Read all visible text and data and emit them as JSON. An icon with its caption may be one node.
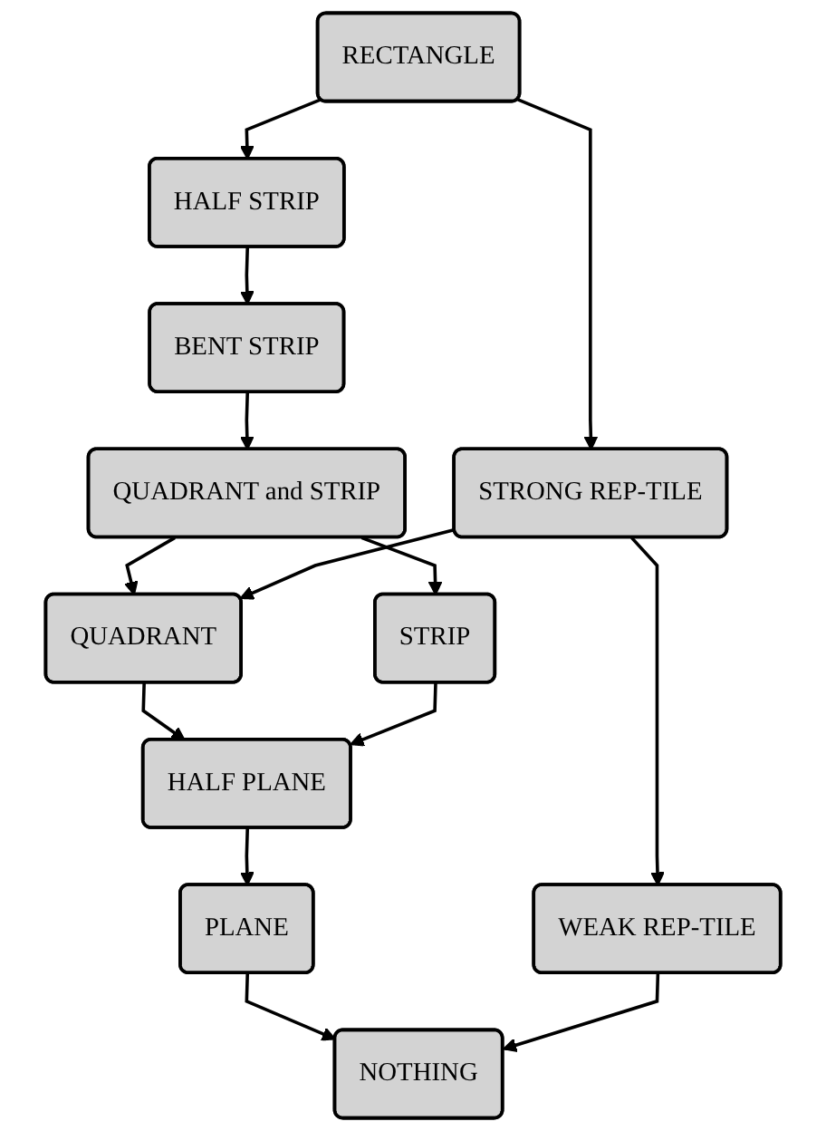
{
  "diagram": {
    "nodes": [
      {
        "text": [
          "RECTANGLE"
        ]
      },
      {
        "text": [
          "STRONG REP-TILE"
        ]
      },
      {
        "text": [
          "HALF STRIP"
        ]
      },
      {
        "text": [
          "BENT STRIP"
        ]
      },
      {
        "text": [
          "QUADRANT and STRIP"
        ]
      },
      {
        "text": [
          "QUADRANT"
        ]
      },
      {
        "text": [
          "STRIP"
        ]
      },
      {
        "text": [
          "WEAK REP-TILE"
        ]
      },
      {
        "text": [
          "HALF PLANE"
        ]
      },
      {
        "text": [
          "PLANE"
        ]
      },
      {
        "text": [
          "NOTHING"
        ]
      }
    ],
    "edges": [
      {
        "from": 0,
        "to": 1,
        "arrow": "to"
      },
      {
        "from": 0,
        "to": 2,
        "arrow": "to"
      },
      {
        "from": 2,
        "to": 3,
        "arrow": "to"
      },
      {
        "from": 3,
        "to": 4,
        "arrow": "to"
      },
      {
        "from": 4,
        "to": 5,
        "arrow": "to"
      },
      {
        "from": 4,
        "to": 6,
        "arrow": "to"
      },
      {
        "from": 1,
        "to": 5,
        "arrow": "to"
      },
      {
        "from": 1,
        "to": 7,
        "arrow": "to"
      },
      {
        "from": 5,
        "to": 8,
        "arrow": "to"
      },
      {
        "from": 6,
        "to": 8,
        "arrow": "to"
      },
      {
        "from": 8,
        "to": 9,
        "arrow": "to"
      },
      {
        "from": 9,
        "to": 10,
        "arrow": "to"
      },
      {
        "from": 7,
        "to": 10,
        "arrow": "to"
      }
    ]
  }
}
